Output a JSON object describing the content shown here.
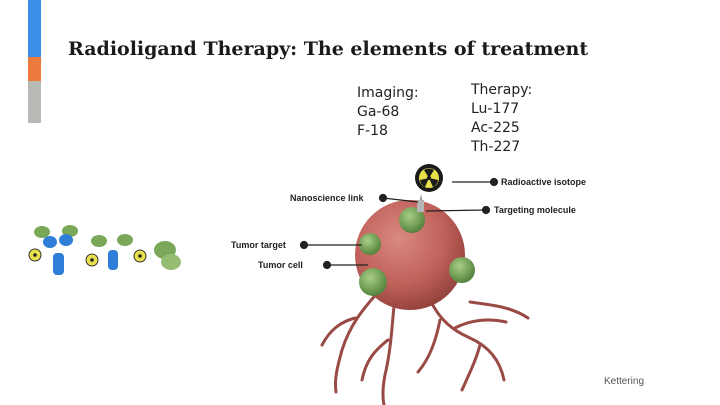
{
  "slide": {
    "title": "Radioligand Therapy: The elements of treatment",
    "imaging": {
      "heading": "Imaging:",
      "items": [
        "Ga-68",
        "F-18"
      ]
    },
    "therapy": {
      "heading": "Therapy:",
      "items": [
        "Lu-177",
        "Ac-225",
        "Th-227"
      ]
    },
    "diagram_labels": {
      "radioactive_isotope": "Radioactive isotope",
      "nanoscience_link": "Nanoscience link",
      "targeting_molecule": "Targeting molecule",
      "tumor_target": "Tumor target",
      "tumor_cell": "Tumor cell"
    },
    "credit": "Kettering"
  },
  "colors": {
    "accent_blue": "#3a8ee6",
    "accent_orange": "#ec7a3c",
    "accent_gray": "#b9bab5",
    "tumor": "#c0605a",
    "target_green": "#7aa858",
    "isotope_yellow": "#e8e04a",
    "antibody_blue": "#2f7ed8"
  },
  "icons": [
    "radiation-icon",
    "antibody-icon",
    "tumor-cell-icon"
  ]
}
